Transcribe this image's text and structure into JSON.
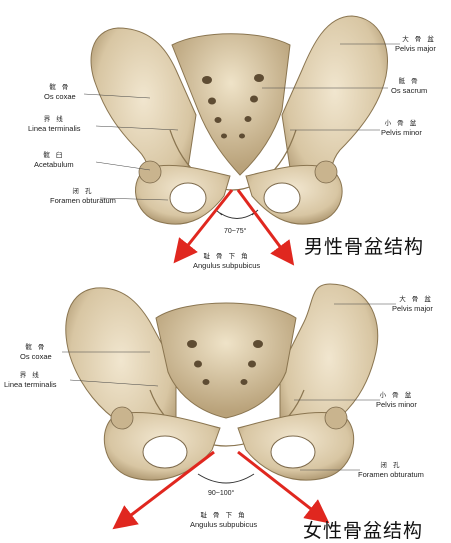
{
  "male": {
    "caption": "男性骨盆结构",
    "angle": "70~75°",
    "labels": {
      "pelvis_major": {
        "zh": "大 骨 盆",
        "la": "Pelvis major"
      },
      "os_coxae": {
        "zh": "髋 骨",
        "la": "Os coxae"
      },
      "os_sacrum": {
        "zh": "骶 骨",
        "la": "Os sacrum"
      },
      "linea_terminalis": {
        "zh": "界 线",
        "la": "Linea terminalis"
      },
      "pelvis_minor": {
        "zh": "小 骨 盆",
        "la": "Pelvis minor"
      },
      "acetabulum": {
        "zh": "髋 臼",
        "la": "Acetabulum"
      },
      "foramen_obturatum": {
        "zh": "闭 孔",
        "la": "Foramen obturatum"
      },
      "angulus_subpubicus": {
        "zh": "耻 骨 下 角",
        "la": "Angulus subpubicus"
      }
    }
  },
  "female": {
    "caption": "女性骨盆结构",
    "angle": "90~100°",
    "labels": {
      "pelvis_major": {
        "zh": "大 骨 盆",
        "la": "Pelvis major"
      },
      "os_coxae": {
        "zh": "髋 骨",
        "la": "Os coxae"
      },
      "linea_terminalis": {
        "zh": "界 线",
        "la": "Linea terminalis"
      },
      "pelvis_minor": {
        "zh": "小 骨 盆",
        "la": "Pelvis minor"
      },
      "foramen_obturatum": {
        "zh": "闭 孔",
        "la": "Foramen obturatum"
      },
      "angulus_subpubicus": {
        "zh": "耻 骨 下 角",
        "la": "Angulus subpubicus"
      }
    }
  },
  "colors": {
    "bone": "#e9dcc0",
    "bone_shade": "#b7a27c",
    "bone_dark": "#7d6a4c",
    "arrow": "#e0271f"
  },
  "icons": [
    "pelvis-illustration",
    "red-arrow"
  ]
}
